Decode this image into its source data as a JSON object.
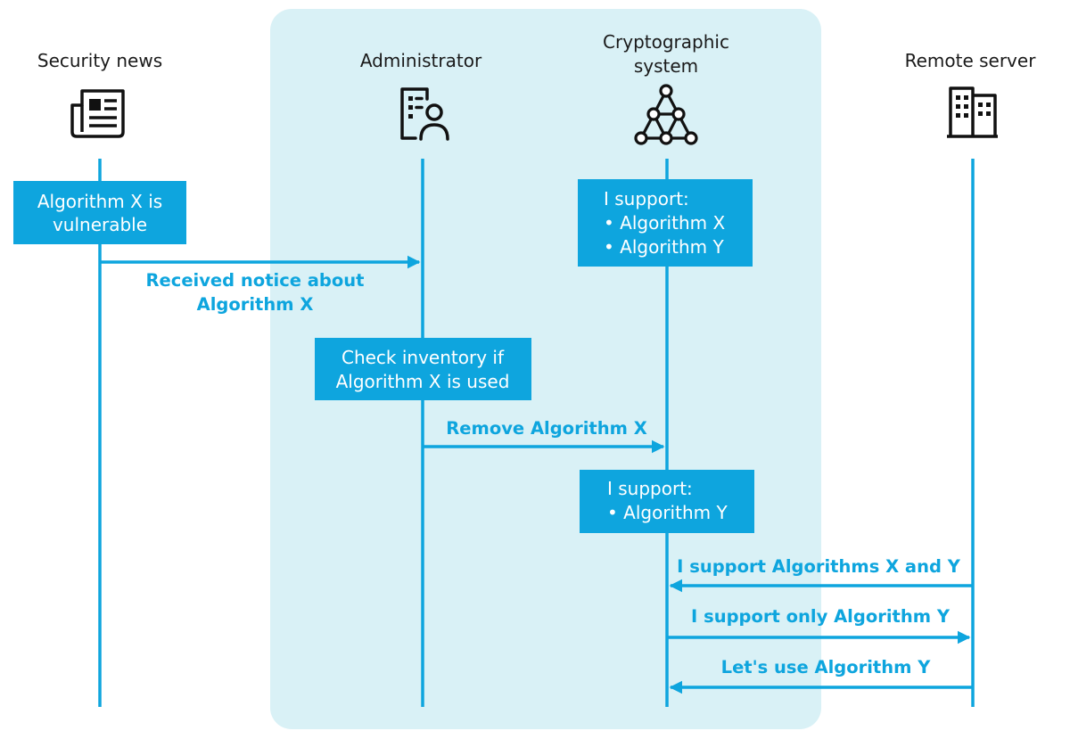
{
  "colors": {
    "accent": "#0ea5de",
    "box_fill": "#0ea5de",
    "box_text": "#ffffff",
    "highlight_region": "#d9f1f6",
    "actor_text": "#1a1a1a",
    "icon": "#111111"
  },
  "actors": [
    {
      "id": "news",
      "label": "Security news",
      "icon": "newspaper-icon"
    },
    {
      "id": "admin",
      "label": "Administrator",
      "icon": "administrator-document-icon"
    },
    {
      "id": "crypto",
      "label_lines": [
        "Cryptographic",
        "system"
      ],
      "icon": "network-triangle-icon"
    },
    {
      "id": "remote",
      "label": "Remote server",
      "icon": "server-building-icon"
    }
  ],
  "notes": [
    {
      "id": "vuln",
      "actor": "news",
      "lines": [
        "Algorithm X is",
        "vulnerable"
      ]
    },
    {
      "id": "support1",
      "actor": "crypto",
      "lines": [
        "I support:",
        "•  Algorithm X",
        "•  Algorithm Y"
      ]
    },
    {
      "id": "inventory",
      "actor": "admin",
      "lines": [
        "Check inventory if",
        "Algorithm X is used"
      ]
    },
    {
      "id": "support2",
      "actor": "crypto",
      "lines": [
        "I support:",
        "•  Algorithm Y"
      ]
    }
  ],
  "messages": [
    {
      "id": "notice",
      "from": "news",
      "to": "admin",
      "lines": [
        "Received notice about",
        "Algorithm X"
      ]
    },
    {
      "id": "remove",
      "from": "admin",
      "to": "crypto",
      "lines": [
        "Remove Algorithm X"
      ]
    },
    {
      "id": "remote-support",
      "from": "remote",
      "to": "crypto",
      "lines": [
        "I support Algorithms X and Y"
      ]
    },
    {
      "id": "crypto-support",
      "from": "crypto",
      "to": "remote",
      "lines": [
        "I support only Algorithm Y"
      ]
    },
    {
      "id": "use-y",
      "from": "remote",
      "to": "crypto",
      "lines": [
        "Let's use Algorithm Y"
      ]
    }
  ]
}
